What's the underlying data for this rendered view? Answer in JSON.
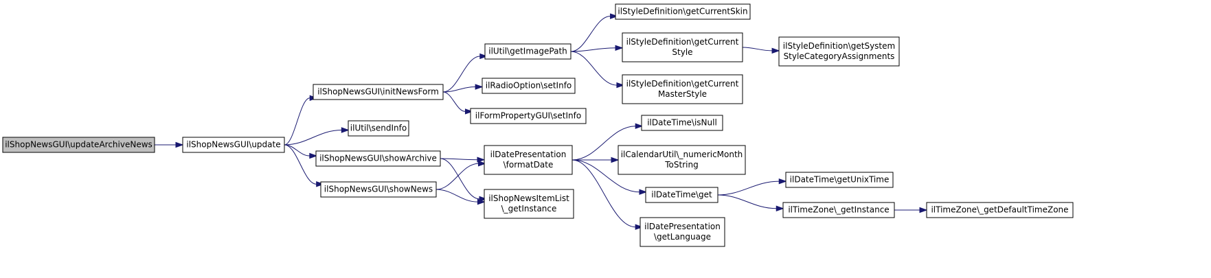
{
  "graph": {
    "colors": {
      "edge": "#191970",
      "root_fill": "#bfbfbf",
      "node_fill": "#ffffff",
      "border": "#000000"
    },
    "nodes": [
      {
        "id": "n0",
        "lines": [
          "ilShopNewsGUI\\updateArchiveNews"
        ],
        "root": true
      },
      {
        "id": "n1",
        "lines": [
          "ilShopNewsGUI\\update"
        ]
      },
      {
        "id": "n2",
        "lines": [
          "ilShopNewsGUI\\initNewsForm"
        ]
      },
      {
        "id": "n3",
        "lines": [
          "ilUtil\\sendInfo"
        ]
      },
      {
        "id": "n4",
        "lines": [
          "ilShopNewsGUI\\showArchive"
        ]
      },
      {
        "id": "n5",
        "lines": [
          "ilShopNewsGUI\\showNews"
        ]
      },
      {
        "id": "n6",
        "lines": [
          "ilUtil\\getImagePath"
        ]
      },
      {
        "id": "n7",
        "lines": [
          "ilRadioOption\\setInfo"
        ]
      },
      {
        "id": "n8",
        "lines": [
          "ilFormPropertyGUI\\setInfo"
        ]
      },
      {
        "id": "n9",
        "lines": [
          "ilDatePresentation",
          "\\formatDate"
        ]
      },
      {
        "id": "n10",
        "lines": [
          "ilShopNewsItemList",
          "\\_getInstance"
        ]
      },
      {
        "id": "n11",
        "lines": [
          "ilStyleDefinition\\getCurrentSkin"
        ]
      },
      {
        "id": "n12",
        "lines": [
          "ilStyleDefinition\\getCurrent",
          "Style"
        ]
      },
      {
        "id": "n13",
        "lines": [
          "ilStyleDefinition\\getCurrent",
          "MasterStyle"
        ]
      },
      {
        "id": "n14",
        "lines": [
          "ilDateTime\\isNull"
        ]
      },
      {
        "id": "n15",
        "lines": [
          "ilCalendarUtil\\_numericMonth",
          "ToString"
        ]
      },
      {
        "id": "n16",
        "lines": [
          "ilDateTime\\get"
        ]
      },
      {
        "id": "n17",
        "lines": [
          "ilDatePresentation",
          "\\getLanguage"
        ]
      },
      {
        "id": "n18",
        "lines": [
          "ilStyleDefinition\\getSystem",
          "StyleCategoryAssignments"
        ]
      },
      {
        "id": "n19",
        "lines": [
          "ilDateTime\\getUnixTime"
        ]
      },
      {
        "id": "n20",
        "lines": [
          "ilTimeZone\\_getInstance"
        ]
      },
      {
        "id": "n21",
        "lines": [
          "ilTimeZone\\_getDefaultTimeZone"
        ]
      }
    ],
    "edges": [
      [
        "n0",
        "n1"
      ],
      [
        "n1",
        "n2"
      ],
      [
        "n1",
        "n3"
      ],
      [
        "n1",
        "n4"
      ],
      [
        "n1",
        "n5"
      ],
      [
        "n2",
        "n6"
      ],
      [
        "n2",
        "n7"
      ],
      [
        "n2",
        "n8"
      ],
      [
        "n4",
        "n9"
      ],
      [
        "n4",
        "n10"
      ],
      [
        "n5",
        "n9"
      ],
      [
        "n5",
        "n10"
      ],
      [
        "n6",
        "n11"
      ],
      [
        "n6",
        "n12"
      ],
      [
        "n6",
        "n13"
      ],
      [
        "n12",
        "n18"
      ],
      [
        "n9",
        "n14"
      ],
      [
        "n9",
        "n15"
      ],
      [
        "n9",
        "n16"
      ],
      [
        "n9",
        "n17"
      ],
      [
        "n16",
        "n19"
      ],
      [
        "n16",
        "n20"
      ],
      [
        "n20",
        "n21"
      ]
    ]
  }
}
